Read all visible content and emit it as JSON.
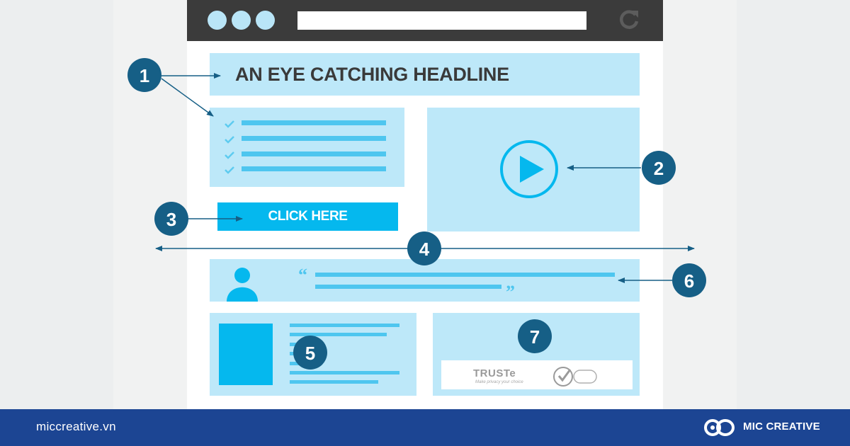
{
  "headline": "AN EYE CATCHING HEADLINE",
  "cta_label": "CLICK HERE",
  "callouts": [
    "1",
    "2",
    "3",
    "4",
    "5",
    "6",
    "7"
  ],
  "trust_badge": {
    "logo": "TRUSTe",
    "tagline": "Make privacy your choice"
  },
  "footer": {
    "site": "miccreative.vn",
    "brand": "MIC CREATIVE"
  },
  "icons": {
    "browser": [
      "window-dot-icon",
      "reload-icon"
    ],
    "content": [
      "check-icon",
      "play-icon",
      "user-icon",
      "quote-open-icon",
      "quote-close-icon",
      "verified-seal-icon"
    ],
    "brand": "mic-creative-logo-icon"
  },
  "colors": {
    "panel": "#bde8f9",
    "accent": "#05b8ee",
    "callout": "#165f86",
    "browser_bar": "#3b3b3b",
    "footer": "#1c4593",
    "background": "#f1f2f2"
  }
}
